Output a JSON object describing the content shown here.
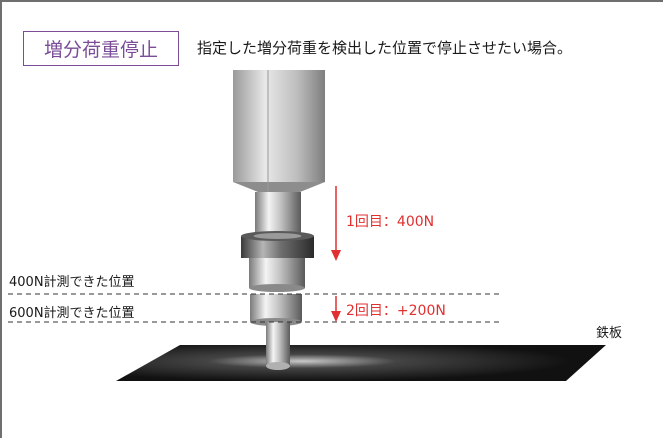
{
  "header": {
    "title": "増分荷重停止",
    "description": "指定した増分荷重を検出した位置で停止させたい場合。"
  },
  "labels": {
    "step1": "1回目：400N",
    "step2": "2回目：+200N",
    "pos400": "400N計測できた位置",
    "pos600": "600N計測できた位置",
    "plate": "鉄板"
  },
  "colors": {
    "accent": "#7b4d97",
    "arrow": "#e0302f"
  }
}
